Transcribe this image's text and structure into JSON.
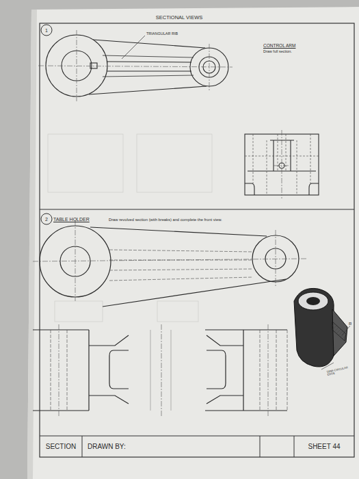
{
  "diagram": {
    "title": "SECTIONAL VIEWS",
    "nodes": [
      {
        "text": [
          "1"
        ]
      },
      {
        "text": [
          "2"
        ]
      },
      {
        "text": [
          "SECTION"
        ]
      },
      {
        "text": [
          "DRAWN BY:"
        ]
      },
      {
        "text": [
          "SHEET 44"
        ]
      }
    ],
    "labels": [
      "TRIANGULAR RIB",
      "CONTROL ARM",
      "Draw full section.",
      "TABLE HOLDER",
      "Draw revolved section (with breaks) and complete the front view.",
      "R",
      "SEMI-CIRCULAR EDGE"
    ]
  }
}
